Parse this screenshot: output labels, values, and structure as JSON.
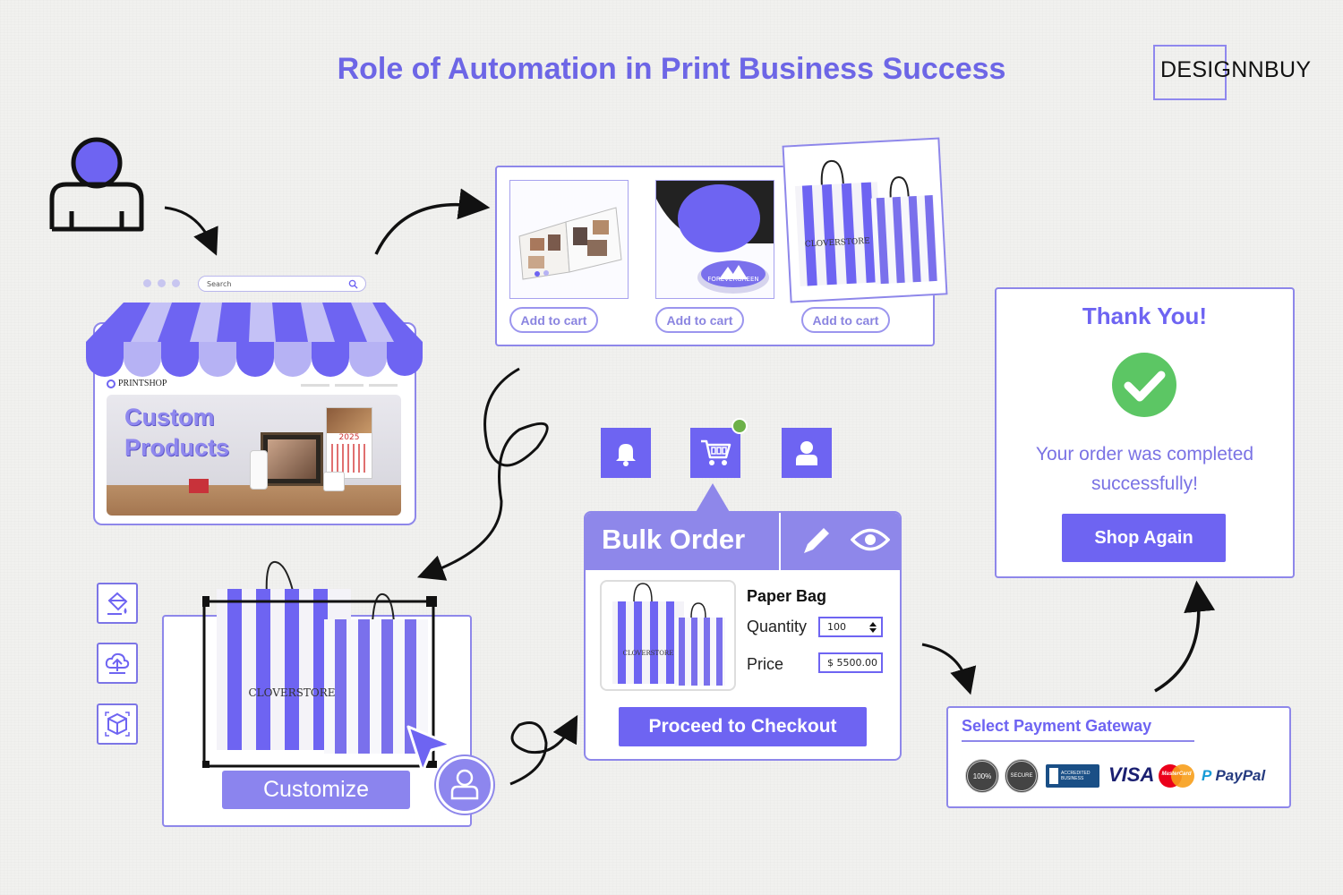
{
  "title": "Role of Automation in Print Business Success",
  "brand": "DESIGNNBUY",
  "colors": {
    "accent": "#6e64f2",
    "accent_light": "#b6b2f4",
    "success": "#5cc664"
  },
  "storefront": {
    "search_placeholder": "Search",
    "shop_name": "PRINTSHOP",
    "hero_text_line1": "Custom",
    "hero_text_line2": "Products",
    "calendar_year": "2025"
  },
  "cart": {
    "items": [
      {
        "label": "Add to cart",
        "icon": "photo-album-icon",
        "brand_text": ""
      },
      {
        "label": "Add to cart",
        "icon": "sticker-roll-icon",
        "brand_text": "FOREVERGREEN"
      },
      {
        "label": "Add to cart",
        "icon": "paper-bag-icon",
        "brand_text": "CLOVERSTORE"
      }
    ]
  },
  "editor": {
    "tools": [
      "paint-bucket-icon",
      "cloud-upload-icon",
      "3d-box-icon"
    ],
    "product_brand": "CLOVERSTORE",
    "customize_label": "Customize"
  },
  "order": {
    "icons": [
      "bell-icon",
      "cart-icon",
      "user-icon"
    ],
    "heading": "Bulk Order",
    "product_name": "Paper Bag",
    "product_brand": "CLOVERSTORE",
    "quantity_label": "Quantity",
    "quantity_value": "100",
    "price_label": "Price",
    "price_value": "$ 5500.00",
    "checkout_label": "Proceed to Checkout"
  },
  "payment": {
    "heading": "Select Payment Gateway",
    "badges": [
      "satisfaction-seal-icon",
      "secure-seal-icon",
      "bbb-accredited-icon",
      "visa-icon",
      "mastercard-icon",
      "paypal-icon"
    ],
    "visa_text": "VISA",
    "paypal_text": "PayPal",
    "mastercard_text": "MasterCard",
    "bbb_text": "ACCREDITED BUSINESS",
    "seal1_text": "100%",
    "seal2_text": "SECURE"
  },
  "thankyou": {
    "heading": "Thank You!",
    "message_line1": "Your order was completed",
    "message_line2": "successfully!",
    "button_label": "Shop Again"
  }
}
